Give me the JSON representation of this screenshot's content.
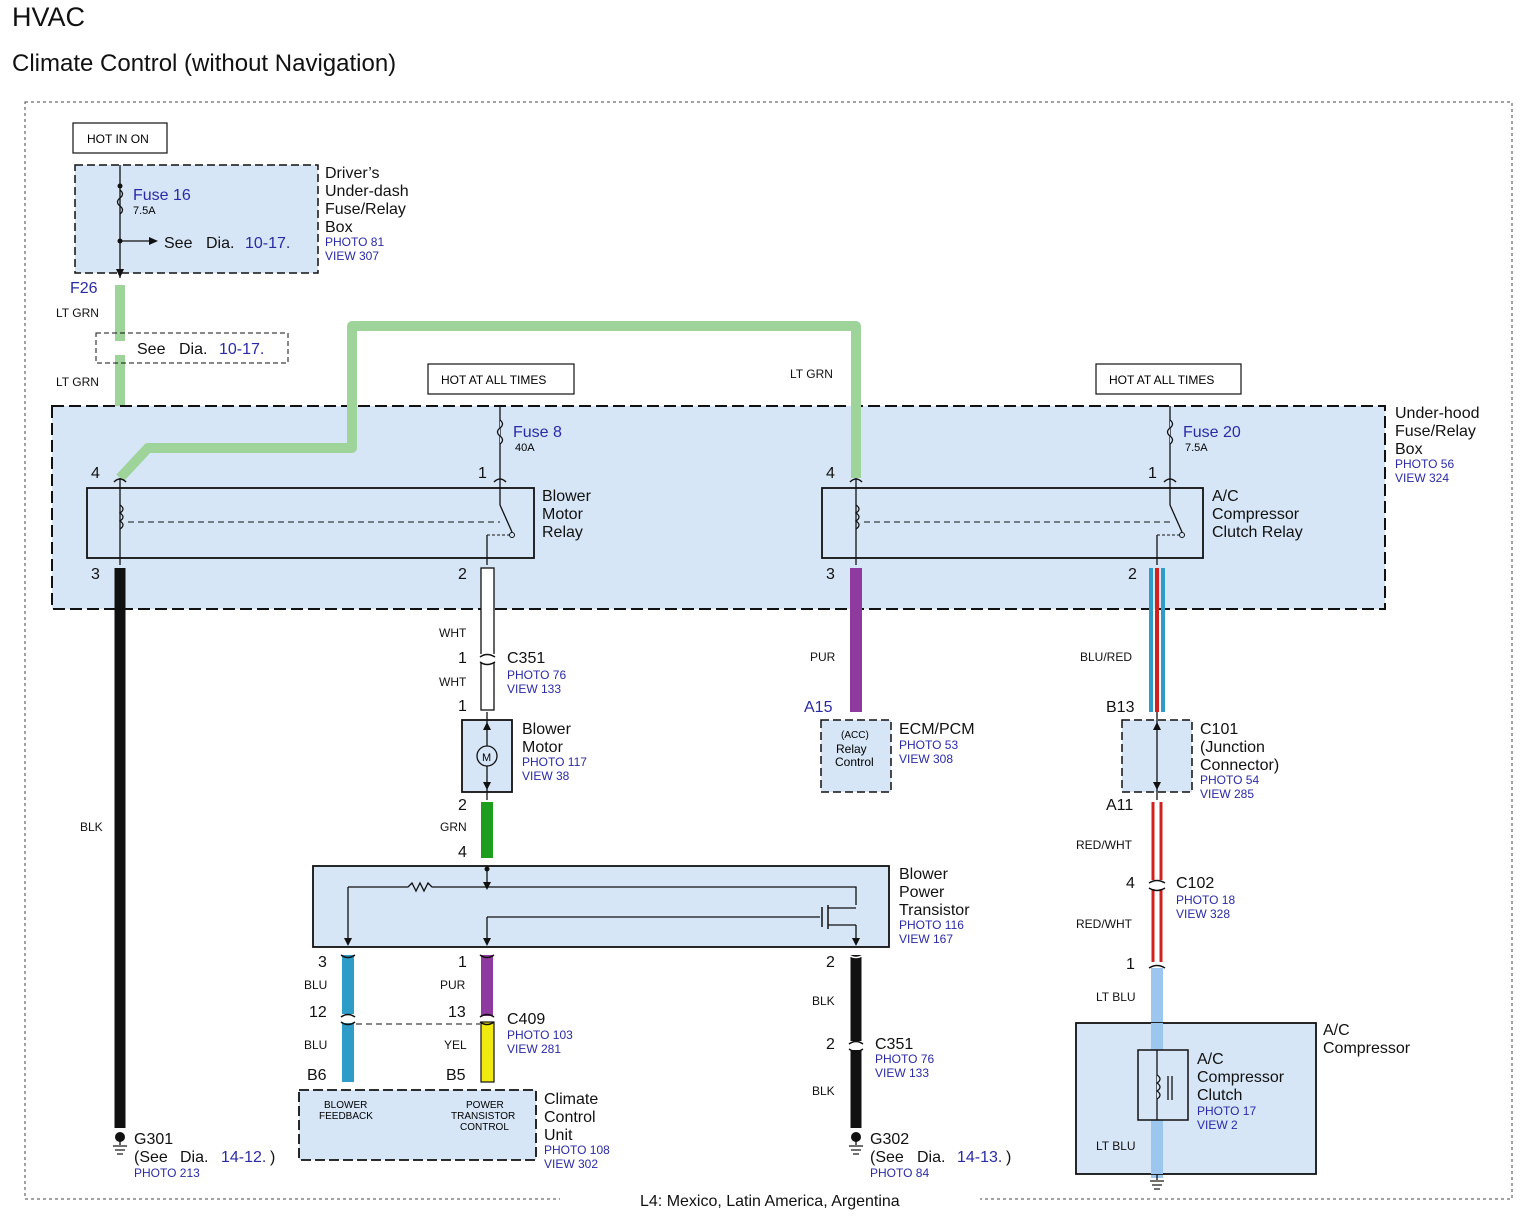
{
  "page": {
    "title": "HVAC",
    "subtitle": "Climate Control (without Navigation)",
    "footer": "L4: Mexico, Latin America, Argentina"
  },
  "power_labels": {
    "hot_in_on": "HOT IN ON",
    "hot_all_times_1": "HOT AT ALL TIMES",
    "hot_all_times_2": "HOT AT ALL TIMES"
  },
  "underdash_box": {
    "name_lines": [
      "Driver’s",
      "Under-dash",
      "Fuse/Relay",
      "Box"
    ],
    "photo": "PHOTO 81",
    "view": "VIEW 307",
    "fuse": "Fuse 16",
    "fuse_rating": "7.5A",
    "see": "See",
    "dia": "Dia.",
    "dia_ref": "10-17.",
    "pin": "F26"
  },
  "see_dia_box": {
    "see": "See",
    "dia": "Dia.",
    "ref": "10-17."
  },
  "underhood_box": {
    "name_lines": [
      "Under-hood",
      "Fuse/Relay",
      "Box"
    ],
    "photo": "PHOTO 56",
    "view": "VIEW 324",
    "fuse8": "Fuse 8",
    "fuse8_rating": "40A",
    "fuse20": "Fuse 20",
    "fuse20_rating": "7.5A"
  },
  "blower_relay": {
    "name_lines": [
      "Blower",
      "Motor",
      "Relay"
    ],
    "pins": [
      "4",
      "1",
      "3",
      "2"
    ]
  },
  "ac_relay": {
    "name_lines": [
      "A/C",
      "Compressor",
      "Clutch Relay"
    ],
    "pins": [
      "4",
      "1",
      "3",
      "2"
    ]
  },
  "wires": {
    "lt_grn_1": "LT GRN",
    "lt_grn_2": "LT GRN",
    "lt_grn_3": "LT GRN",
    "blk_1": "BLK",
    "wht_1": "WHT",
    "wht_2": "WHT",
    "grn": "GRN",
    "pur_1": "PUR",
    "blu_red": "BLU/RED",
    "red_wht_1": "RED/WHT",
    "red_wht_2": "RED/WHT",
    "lt_blu_1": "LT BLU",
    "lt_blu_2": "LT BLU",
    "blu_1": "BLU",
    "blu_2": "BLU",
    "pur_2": "PUR",
    "yel": "YEL",
    "blk_2": "BLK",
    "blk_3": "BLK"
  },
  "c351_top": {
    "name": "C351",
    "photo": "PHOTO 76",
    "view": "VIEW 133",
    "pin_a": "1",
    "pin_b": "1"
  },
  "blower_motor": {
    "name_lines": [
      "Blower",
      "Motor"
    ],
    "photo": "PHOTO 117",
    "view": "VIEW 38",
    "symbol": "M",
    "pin_bottom": "2"
  },
  "ecm": {
    "name": "ECM/PCM",
    "photo": "PHOTO 53",
    "view": "VIEW 308",
    "pin": "A15",
    "acc": "(ACC)",
    "relay": "Relay",
    "control": "Control"
  },
  "c101": {
    "name_lines": [
      "C101",
      "(Junction",
      "Connector)"
    ],
    "photo": "PHOTO 54",
    "view": "VIEW 285",
    "pin_top": "B13",
    "pin_bottom": "A11"
  },
  "c102": {
    "name": "C102",
    "photo": "PHOTO 18",
    "view": "VIEW 328",
    "pin_a": "4",
    "pin_b": "1"
  },
  "transistor": {
    "name_lines": [
      "Blower",
      "Power",
      "Transistor"
    ],
    "photo": "PHOTO 116",
    "view": "VIEW 167",
    "pin_top": "4",
    "pins_bottom": [
      "3",
      "1",
      "2"
    ]
  },
  "c409": {
    "name": "C409",
    "photo": "PHOTO 103",
    "view": "VIEW 281",
    "pin_a": "12",
    "pin_b": "13"
  },
  "climate_unit": {
    "name_lines": [
      "Climate",
      "Control",
      "Unit"
    ],
    "photo": "PHOTO 108",
    "view": "VIEW 302",
    "pin_a": "B6",
    "pin_b": "B5",
    "feedback_lines": [
      "BLOWER",
      "FEEDBACK"
    ],
    "control_lines": [
      "POWER",
      "TRANSISTOR",
      "CONTROL"
    ]
  },
  "c351_bottom": {
    "name": "C351",
    "photo": "PHOTO 76",
    "view": "VIEW 133",
    "pin": "2"
  },
  "g301": {
    "name": "G301",
    "see": "(See",
    "dia": "Dia.",
    "ref": "14-12.",
    "close": ")",
    "photo": "PHOTO 213"
  },
  "g302": {
    "name": "G302",
    "see": "(See",
    "dia": "Dia.",
    "ref": "14-13.",
    "close": ")",
    "photo": "PHOTO 84"
  },
  "compressor": {
    "name_lines": [
      "A/C",
      "Compressor"
    ],
    "clutch_lines": [
      "A/C",
      "Compressor",
      "Clutch"
    ],
    "photo": "PHOTO 17",
    "view": "VIEW 2"
  },
  "colors": {
    "box_fill": "#d6e6f6",
    "lt_grn": "#9ed39a",
    "grn": "#1e9e1e",
    "pur": "#8e3a9e",
    "blu": "#2f9cc8",
    "lt_blu": "#9cc6ee",
    "red": "#d02020",
    "yel": "#f0ea10",
    "link_blue": "#2a2aa6"
  }
}
